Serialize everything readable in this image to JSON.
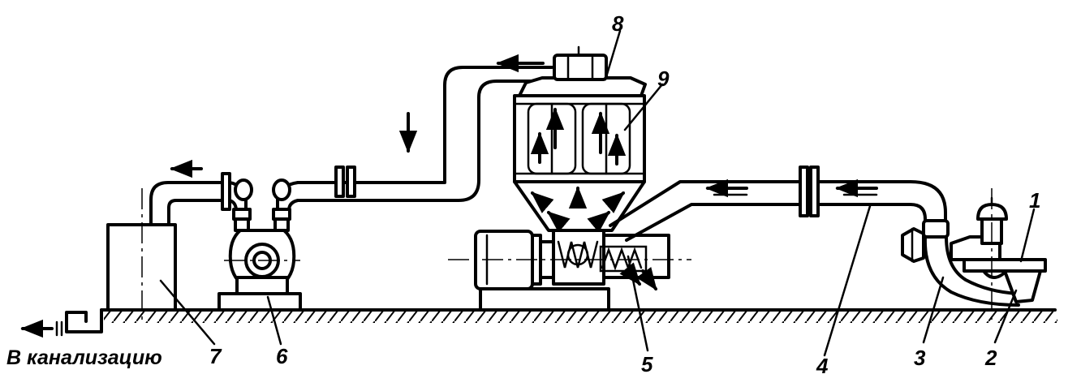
{
  "labels": {
    "n1": "1",
    "n2": "2",
    "n3": "3",
    "n4": "4",
    "n5": "5",
    "n6": "6",
    "n7": "7",
    "n8": "8",
    "n9": "9"
  },
  "caption": "В канализацию",
  "colors": {
    "ink": "#000000",
    "background": "#ffffff"
  }
}
